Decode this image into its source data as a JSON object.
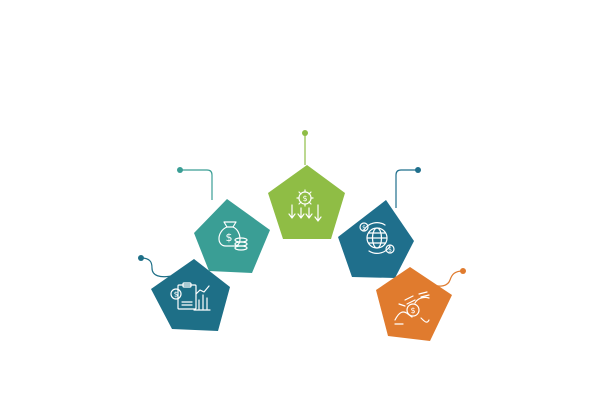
{
  "colors": {
    "background": "#ffffff",
    "dark_teal": "#1e6f87",
    "teal": "#3a9e95",
    "green": "#8fbd45",
    "steel_blue": "#1f6f8c",
    "orange": "#e07b2e",
    "icon_stroke": "#ffffff"
  },
  "steps": [
    {
      "id": "step-1",
      "color": "#1e6f87",
      "icon": "financial-report-chart-icon"
    },
    {
      "id": "step-2",
      "color": "#3a9e95",
      "icon": "money-bag-coins-icon"
    },
    {
      "id": "step-3",
      "color": "#8fbd45",
      "icon": "dollar-gear-arrows-icon"
    },
    {
      "id": "step-4",
      "color": "#1f6f8c",
      "icon": "global-currency-exchange-icon"
    },
    {
      "id": "step-5",
      "color": "#e07b2e",
      "icon": "hands-coin-gear-icon"
    }
  ]
}
